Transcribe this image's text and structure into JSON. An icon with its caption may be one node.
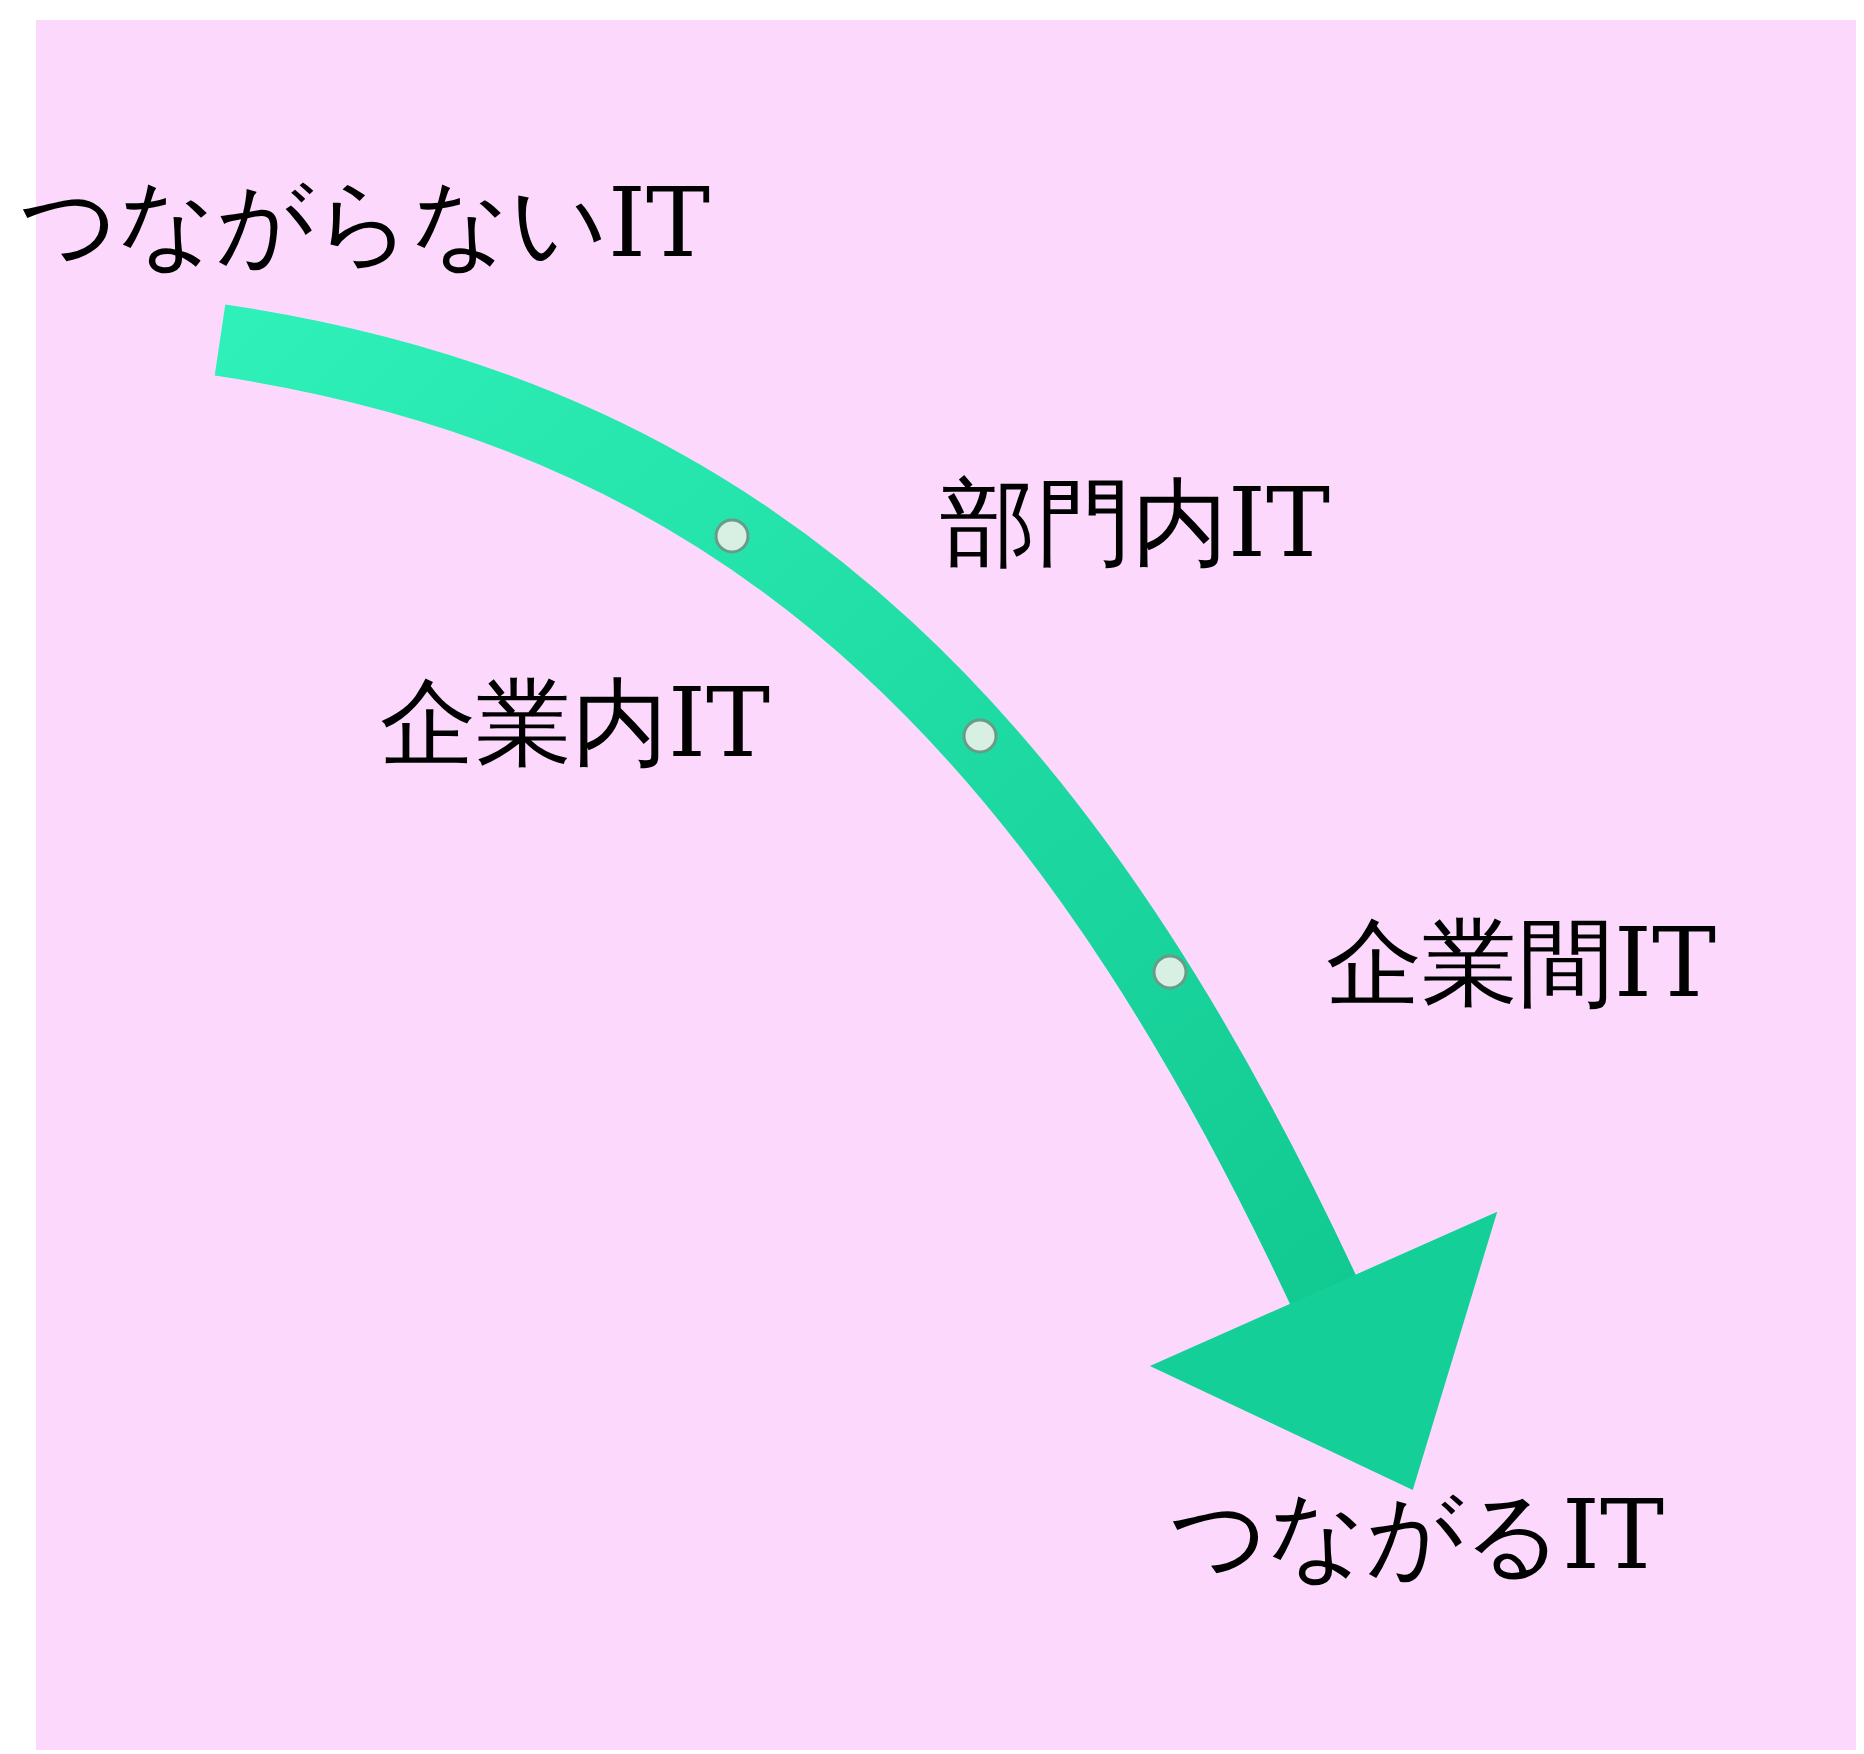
{
  "diagram": {
    "nodes": [
      {
        "text": [
          "つながらないIT"
        ]
      },
      {
        "text": [
          "つながるIT"
        ]
      }
    ],
    "edges": [
      {
        "from": 0,
        "to": 1,
        "arrow": "to"
      }
    ],
    "labels": [
      "部門内IT",
      "企業内IT",
      "企業間IT"
    ]
  }
}
